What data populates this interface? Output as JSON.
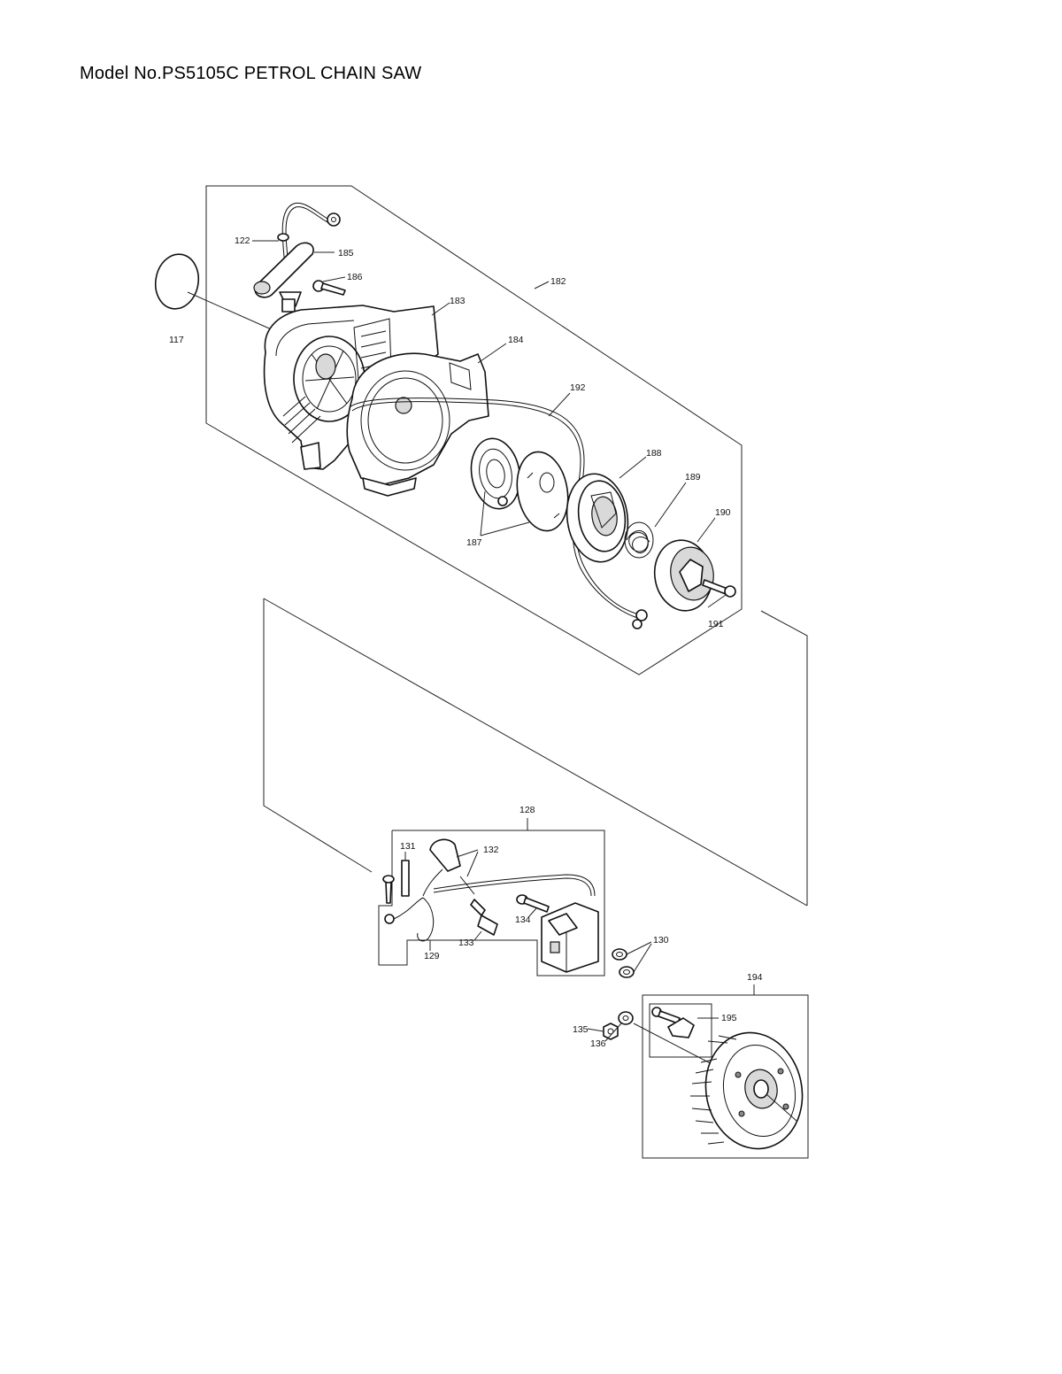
{
  "page_title": "Model No.PS5105C PETROL CHAIN SAW",
  "labels": {
    "p117": "117",
    "p122": "122",
    "p185": "185",
    "p186": "186",
    "p182": "182",
    "p183": "183",
    "p184": "184",
    "p192": "192",
    "p188": "188",
    "p189": "189",
    "p190": "190",
    "p187": "187",
    "p191": "191",
    "p128": "128",
    "p131": "131",
    "p132": "132",
    "p134": "134",
    "p133": "133",
    "p129": "129",
    "p130": "130",
    "p194": "194",
    "p195": "195",
    "p135": "135",
    "p136": "136"
  }
}
